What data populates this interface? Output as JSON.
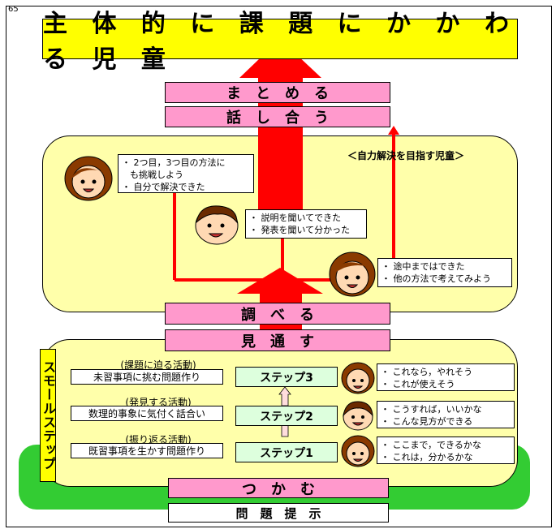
{
  "page_number": "65",
  "title": "主 体 的 に 課 題 に か か わ る 児 童",
  "top_bars": {
    "summarize": "ま　と　め　る",
    "discuss": "話　し　合　う"
  },
  "self_solving": {
    "tag": "＜自力解決を目指す児童＞",
    "bubble1": [
      "・ 2つ目，3つ目の方法に",
      "も挑戦しよう",
      "・ 自分で解決できた"
    ],
    "bubble2": [
      "・ 説明を聞いてできた",
      "・ 発表を聞いて分かった"
    ],
    "bubble3": [
      "・ 途中まではできた",
      "・ 他の方法で考えてみよう"
    ]
  },
  "middle_bars": {
    "investigate": "調　べ　る",
    "foresee": "見　通　す"
  },
  "small_steps": {
    "vertical_label": "スモールステップ",
    "rows": [
      {
        "activity": "(課題に迫る活動)",
        "task": "未習事項に挑む問題作り",
        "step": "ステップ3",
        "bubble": [
          "・ これなら，やれそう",
          "・ これが使えそう"
        ]
      },
      {
        "activity": "(発見する活動)",
        "task": "数理的事象に気付く話合い",
        "step": "ステップ2",
        "bubble": [
          "・ こうすれば，いいかな",
          "・ こんな見方ができる"
        ]
      },
      {
        "activity": "(振り返る活動)",
        "task": "既習事項を生かす問題作り",
        "step": "ステップ1",
        "bubble": [
          "・ ここまで，できるかな",
          "・ これは，分かるかな"
        ]
      }
    ]
  },
  "bottom_bars": {
    "grasp": "つ　か　む",
    "present": "問　題　提　示"
  },
  "colors": {
    "title_bg": "#ffff00",
    "pink_bar": "#ff99cc",
    "arrow_red": "#ff0000",
    "region_bg": "#ffffaa",
    "green_band": "#33cc33",
    "step_bg": "#ddffdd"
  }
}
